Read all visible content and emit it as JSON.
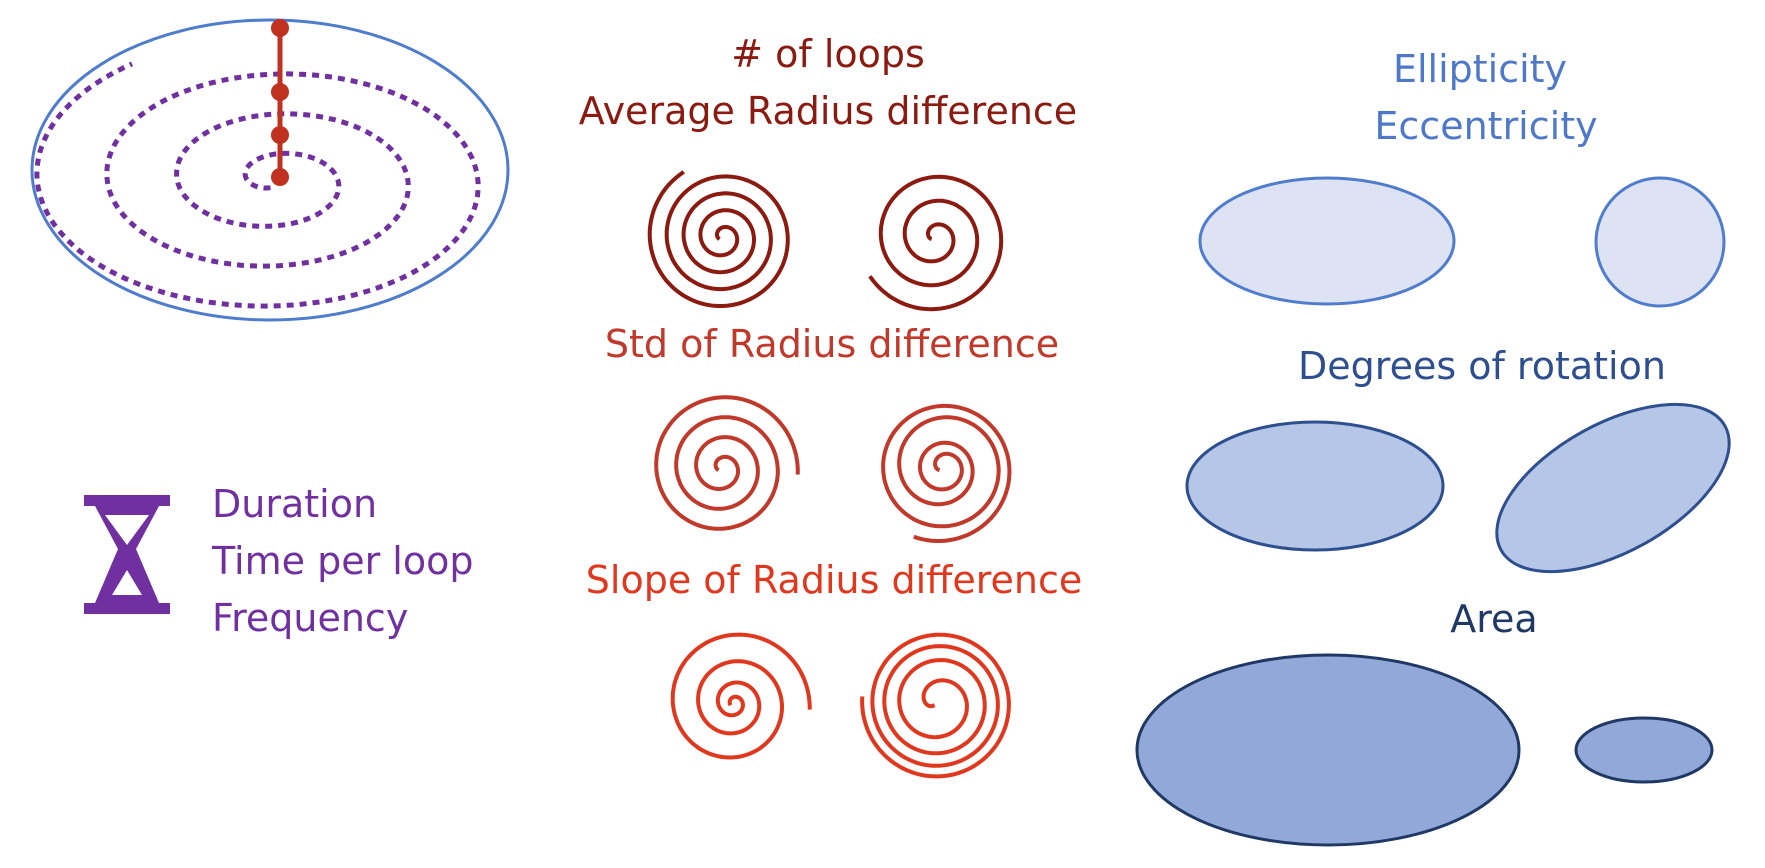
{
  "colors": {
    "purple": "#7030a0",
    "darkred": "#8b1a10",
    "red": "#c0392b",
    "brightred": "#e0381e",
    "blue_outline": "#4f7ccd",
    "ellipse_light": "#dde3f2",
    "ellipse_mid": "#b5c6e6",
    "ellipse_dark": "#91a8d9",
    "navy": "#1f3864",
    "title_blue": "#4f79c8",
    "rotation_blue": "#2e4f8f"
  },
  "timing": {
    "icon": "hourglass-icon",
    "lines": [
      "Duration",
      "Time per loop",
      "Frequency"
    ]
  },
  "radius": {
    "title_loops": "# of loops",
    "title_avg": "Average Radius difference",
    "title_std": "Std of Radius difference",
    "title_slope": "Slope of Radius difference"
  },
  "ellipse": {
    "title_ellipticity": "Ellipticity",
    "title_eccentricity": "Eccentricity",
    "title_rotation": "Degrees of rotation",
    "title_area": "Area"
  }
}
